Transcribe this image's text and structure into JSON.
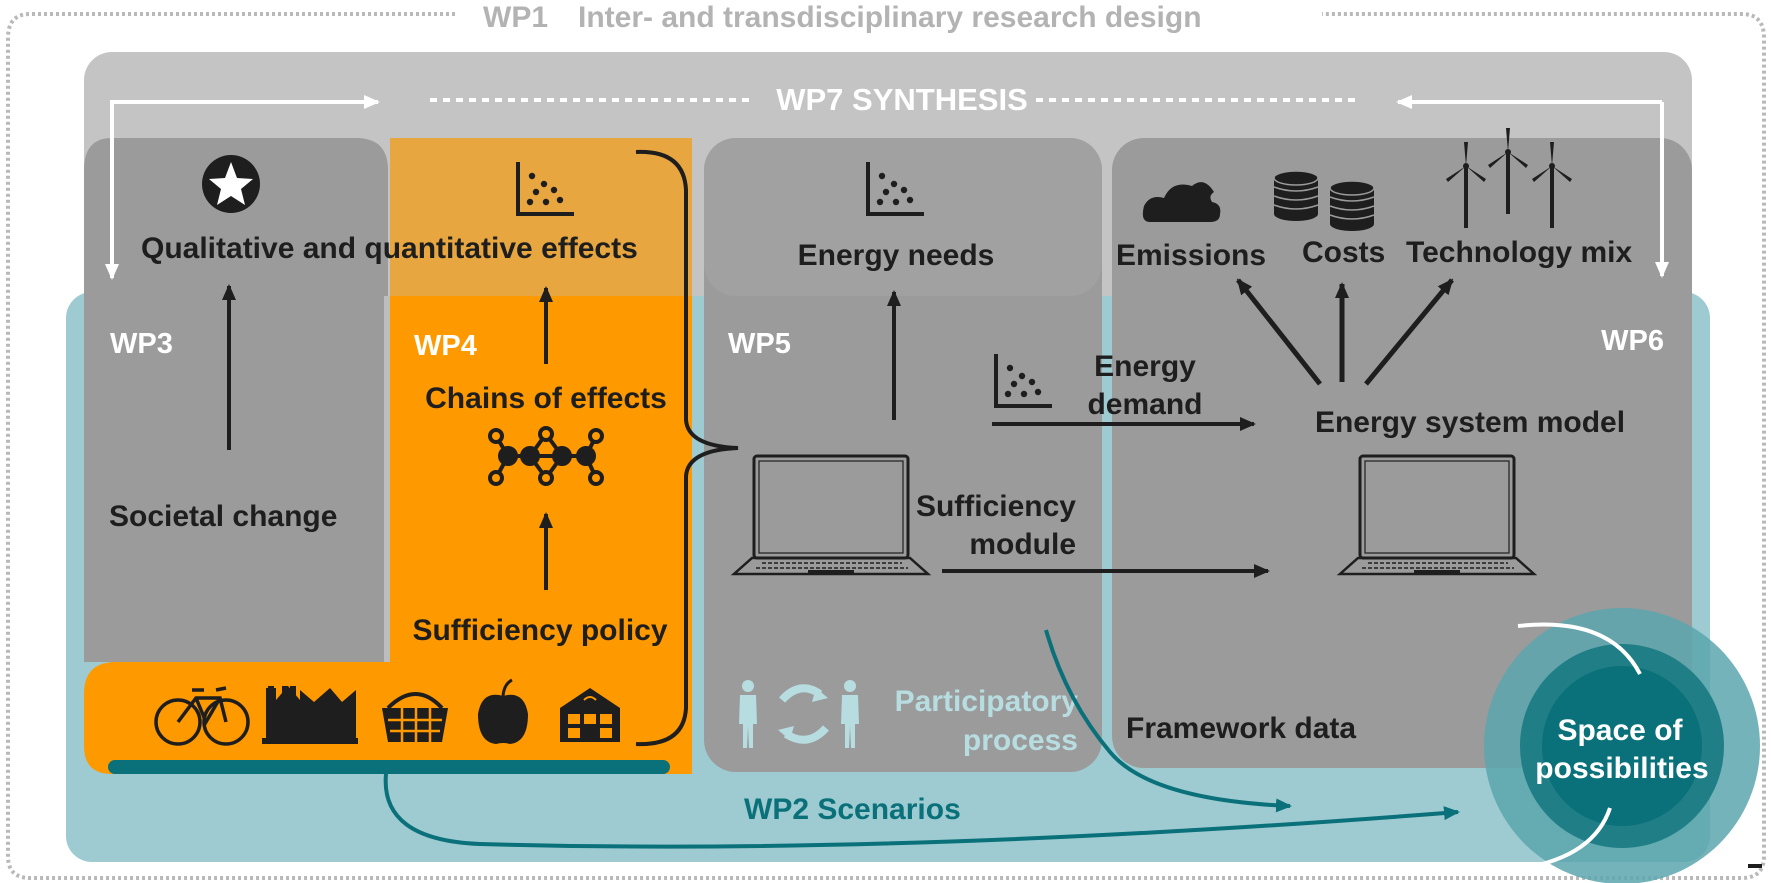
{
  "colors": {
    "outer_border": "#b9b9b9",
    "light_gray": "#c4c4c4",
    "mid_gray": "#9b9b9b",
    "orange": "#ff9900",
    "orange_light": "#e7a640",
    "teal_light": "#9dcbd1",
    "teal_dark": "#0a7079",
    "text_dark": "#1e1e1e",
    "white": "#ffffff"
  },
  "wp1": {
    "number": "WP1",
    "title": "Inter- and transdisciplinary research design"
  },
  "wp7": {
    "title": "WP7 SYNTHESIS"
  },
  "wp3": {
    "label": "WP3",
    "effects": "Qualitative and quantitative effects",
    "societal_change": "Societal change"
  },
  "wp4": {
    "label": "WP4",
    "chains": "Chains of effects",
    "policy": "Sufficiency policy"
  },
  "wp5": {
    "label": "WP5",
    "energy_needs": "Energy needs",
    "energy_demand_line1": "Energy",
    "energy_demand_line2": "demand",
    "sufficiency_line1": "Sufficiency",
    "sufficiency_line2": "module",
    "participatory_line1": "Participatory",
    "participatory_line2": "process"
  },
  "wp6": {
    "label": "WP6",
    "emissions": "Emissions",
    "costs": "Costs",
    "technology_mix": "Technology mix",
    "energy_system_model": "Energy system model",
    "framework_data": "Framework data"
  },
  "wp2": {
    "label": "WP2 Scenarios"
  },
  "space": {
    "line1": "Space of",
    "line2": "possibilities"
  },
  "icons": [
    "star-icon",
    "scatter-plot-icon",
    "molecule-network-icon",
    "bicycle-icon",
    "factory-icon",
    "basket-icon",
    "apple-icon",
    "house-icon",
    "laptop-icon",
    "cloud-icon",
    "coins-icon",
    "wind-turbine-icon",
    "people-cycle-icon"
  ]
}
